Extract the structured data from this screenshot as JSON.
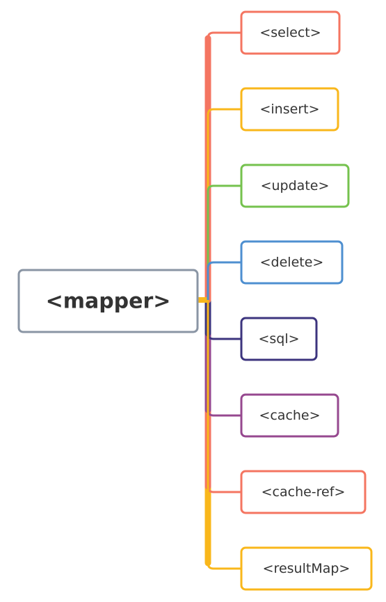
{
  "root": {
    "label": "<mapper>",
    "border_color": "#8a95a4"
  },
  "children": [
    {
      "label": "<select>",
      "color": "#f47561"
    },
    {
      "label": "<insert>",
      "color": "#f9b71b"
    },
    {
      "label": "<update>",
      "color": "#75c24e"
    },
    {
      "label": "<delete>",
      "color": "#4e8fd0"
    },
    {
      "label": "<sql>",
      "color": "#3c347e"
    },
    {
      "label": "<cache>",
      "color": "#96488f"
    },
    {
      "label": "<cache-ref>",
      "color": "#f47561"
    },
    {
      "label": "<resultMap>",
      "color": "#f9b71b"
    }
  ]
}
